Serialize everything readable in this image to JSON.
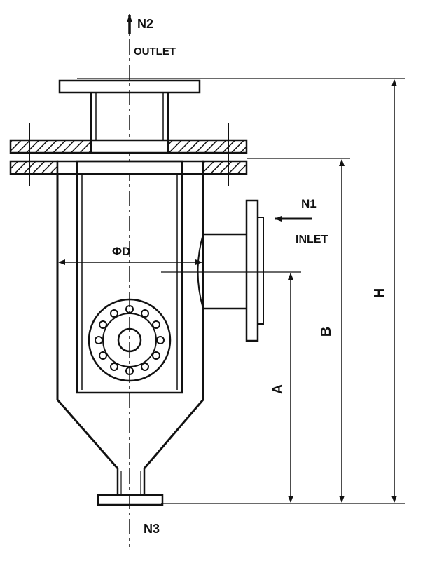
{
  "labels": {
    "n2": "N2",
    "outlet": "OUTLET",
    "n1": "N1",
    "inlet": "INLET",
    "n3": "N3",
    "diameter": "ΦD",
    "dim_a": "A",
    "dim_b": "B",
    "dim_h": "H"
  },
  "colors": {
    "line": "#111111",
    "background": "#ffffff"
  }
}
